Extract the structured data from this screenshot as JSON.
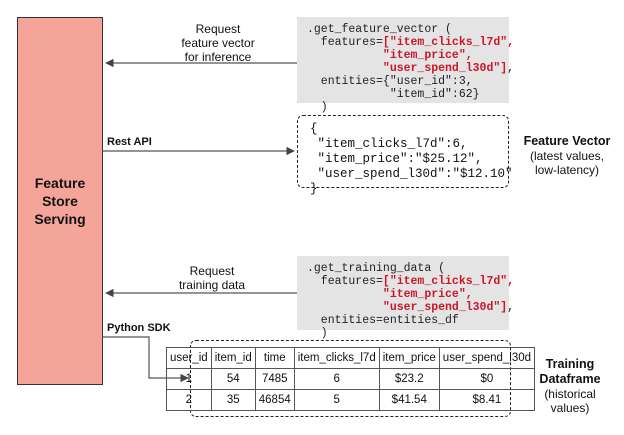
{
  "feature_store": {
    "title": "Feature\nStore\nServing"
  },
  "request_vector": {
    "label": "Request\nfeature vector\nfor inference"
  },
  "get_vector_code": {
    "line1": ".get_feature_vector (",
    "features_prefix": "  features=",
    "feat1": "[\"item_clicks_l7d\",",
    "feat2": "\"item_price\",",
    "feat3": "\"user_spend_l30d\"]",
    "features_suffix": ",",
    "entities1": "  entities={\"user_id\":3,",
    "entities2": "            \"item_id\":62}",
    "close": "  )"
  },
  "rest_api": {
    "label": "Rest API"
  },
  "feature_vector": {
    "text": "{\n \"item_clicks_l7d\":6,\n \"item_price\":\"$25.12\",\n \"user_spend_l30d\":\"$12.10\"\n}",
    "title": "Feature Vector",
    "subtitle": "(latest values,\nlow-latency)"
  },
  "request_training": {
    "label": "Request\ntraining data"
  },
  "get_training_code": {
    "line1": ".get_training_data (",
    "features_prefix": "  features=",
    "feat1": "[\"item_clicks_l7d\",",
    "feat2": "\"item_price\",",
    "feat3": "\"user_spend_l30d\"]",
    "features_suffix": ",",
    "entities": "  entities=entities_df",
    "close": "  )"
  },
  "python_sdk": {
    "label": "Python SDK"
  },
  "training": {
    "title": "Training\nDataframe",
    "subtitle": "(historical\nvalues)",
    "columns": [
      "user_id",
      "item_id",
      "time",
      "item_clicks_l7d",
      "item_price",
      "user_spend_l30d"
    ],
    "rows": [
      [
        "1",
        "54",
        "7485",
        "6",
        "$23.2",
        "$0"
      ],
      [
        "2",
        "35",
        "46854",
        "5",
        "$41.54",
        "$8.41"
      ]
    ]
  }
}
